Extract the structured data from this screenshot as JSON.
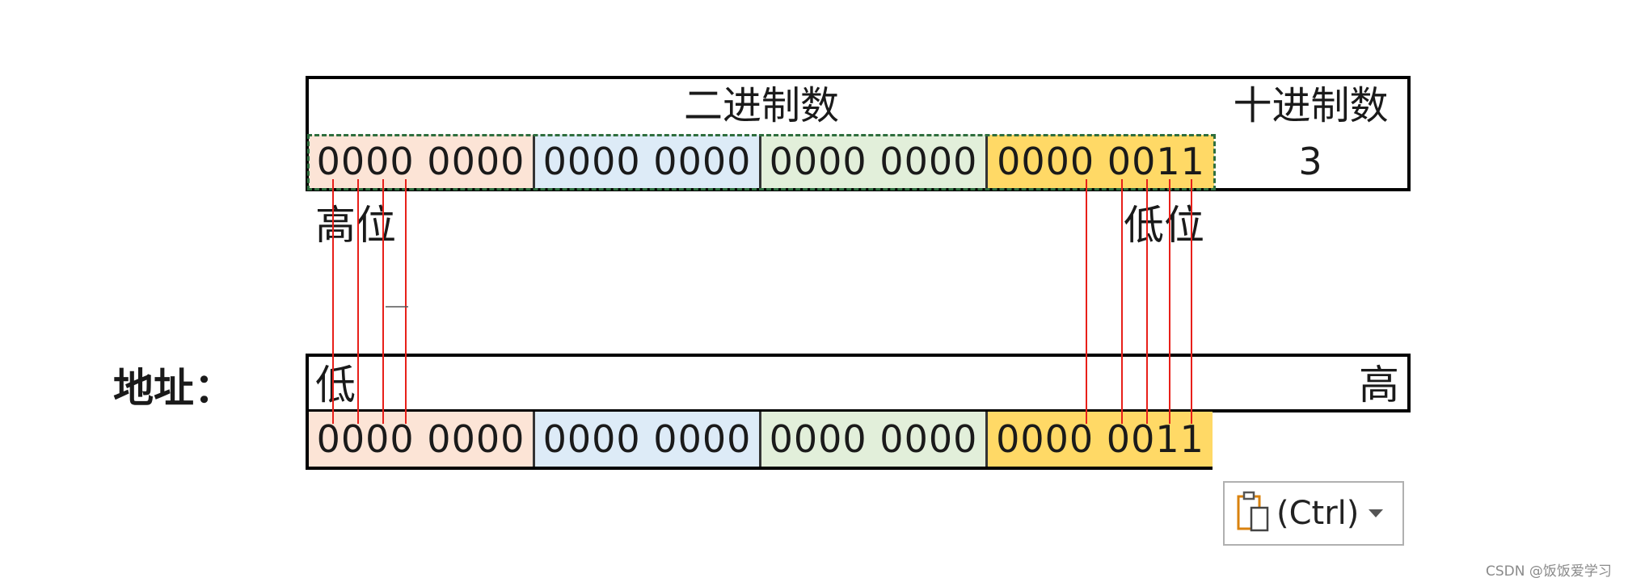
{
  "top_table": {
    "binary_header": "二进制数",
    "decimal_header": "十进制数",
    "bytes": [
      "0000 0000",
      "0000 0000",
      "0000 0000",
      "0000 0011"
    ],
    "decimal_value": "3"
  },
  "labels": {
    "high_bits": "高位",
    "low_bits": "低位",
    "address": "地址："
  },
  "address_table": {
    "low": "低",
    "high": "高",
    "bytes": [
      "0000 0000",
      "0000 0000",
      "0000 0000",
      "0000 0011"
    ]
  },
  "paste_options": {
    "label": "(Ctrl)",
    "icon": "clipboard-icon"
  },
  "watermark": "CSDN @饭饭爱学习",
  "colors": {
    "byte1": "#fce4d6",
    "byte2": "#ddebf7",
    "byte3": "#e2efda",
    "byte4": "#ffd966",
    "connector": "#e8201a",
    "selection": "#2e6e3e"
  }
}
